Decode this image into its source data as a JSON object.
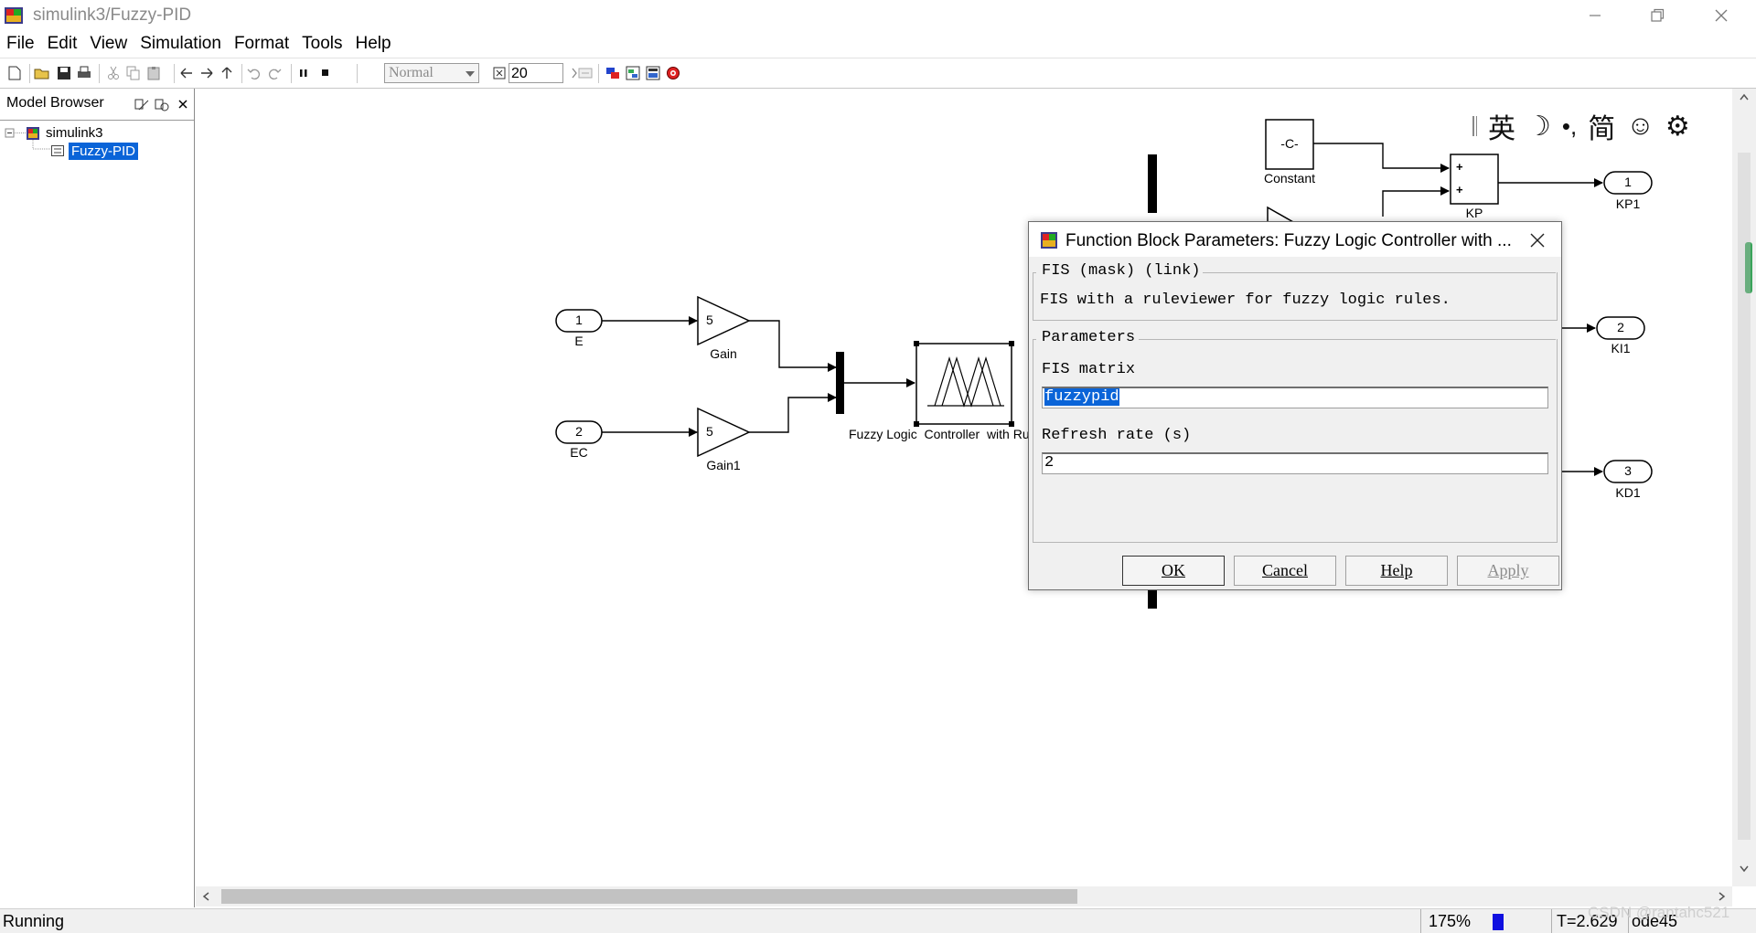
{
  "window": {
    "title": "simulink3/Fuzzy-PID"
  },
  "menu": [
    "File",
    "Edit",
    "View",
    "Simulation",
    "Format",
    "Tools",
    "Help"
  ],
  "toolbar": {
    "mode": "Normal",
    "stop_time": "20"
  },
  "browser": {
    "title": "Model Browser",
    "tree": {
      "root": "simulink3",
      "child": "Fuzzy-PID"
    }
  },
  "model": {
    "inports": [
      {
        "num": "1",
        "name": "E"
      },
      {
        "num": "2",
        "name": "EC"
      }
    ],
    "gains": [
      {
        "value": "5",
        "name": "Gain"
      },
      {
        "value": "5",
        "name": "Gain1"
      }
    ],
    "flc_label": "Fuzzy Logic  Controller  with Ru",
    "constant": {
      "value": "-C-",
      "name": "Constant"
    },
    "sum": {
      "name": "KP",
      "signs": [
        "+",
        "+"
      ]
    },
    "outports": [
      {
        "num": "1",
        "name": "KP1"
      },
      {
        "num": "2",
        "name": "KI1"
      },
      {
        "num": "3",
        "name": "KD1"
      }
    ]
  },
  "ime": {
    "glyphs": [
      "英",
      "☽",
      "•,",
      "简",
      "☺",
      "⚙"
    ]
  },
  "dialog": {
    "title": "Function Block Parameters: Fuzzy Logic Controller with ...",
    "mask_group": "FIS (mask) (link)",
    "description": "FIS with a ruleviewer for fuzzy logic rules.",
    "params_group": "Parameters",
    "fis_label": "FIS matrix",
    "fis_value": "fuzzypid",
    "refresh_label": "Refresh rate (s)",
    "refresh_value": "2",
    "buttons": {
      "ok": "OK",
      "cancel": "Cancel",
      "help": "Help",
      "apply": "Apply"
    }
  },
  "status": {
    "state": "Running",
    "zoom": "175%",
    "time": "T=2.629",
    "solver": "ode45",
    "watermark": "CSDN @rantahc521"
  },
  "colors": {
    "selection": "#0a64d8",
    "scroll_thumb": "#c2c2c2",
    "progress": "#1010e0"
  }
}
